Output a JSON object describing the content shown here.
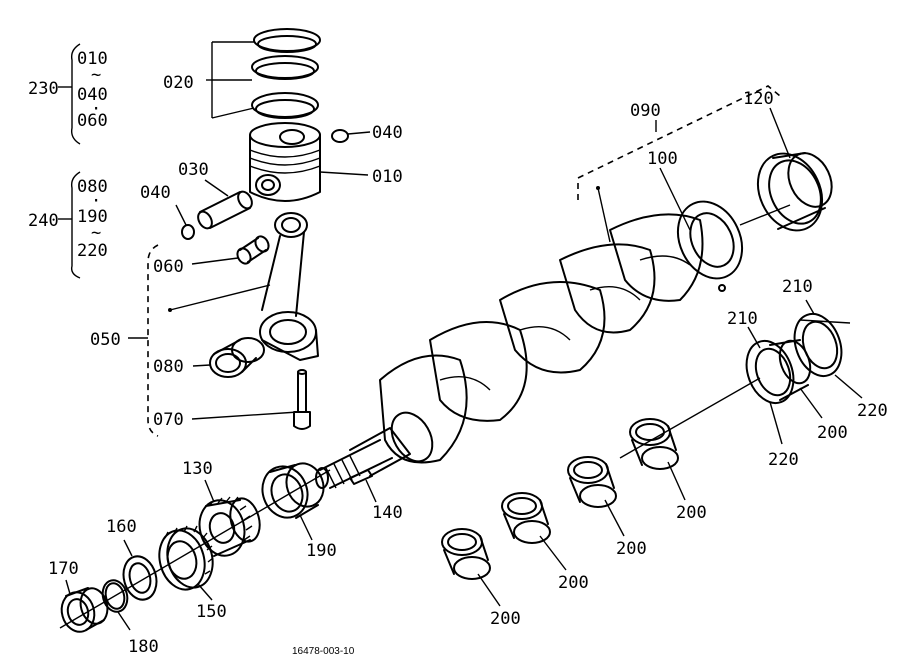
{
  "labels": {
    "l230": "230",
    "l010a": "010",
    "l040a": "040",
    "l060a": "060",
    "l020": "020",
    "l040b": "040",
    "l010b": "010",
    "l030": "030",
    "l040c": "040",
    "l240": "240",
    "l080a": "080",
    "l190a": "190",
    "l220a": "220",
    "l060b": "060",
    "l050": "050",
    "l080b": "080",
    "l070": "070",
    "l090": "090",
    "l100": "100",
    "l120": "120",
    "l210a": "210",
    "l210b": "210",
    "l220b": "220",
    "l200a": "200",
    "l220c": "220",
    "l200b": "200",
    "l200c": "200",
    "l200d": "200",
    "l200e": "200",
    "l130": "130",
    "l140": "140",
    "l190b": "190",
    "l160": "160",
    "l170": "170",
    "l150": "150",
    "l180": "180"
  },
  "tilde": "~",
  "dot": "·",
  "drawing_number": "16478-003-10"
}
